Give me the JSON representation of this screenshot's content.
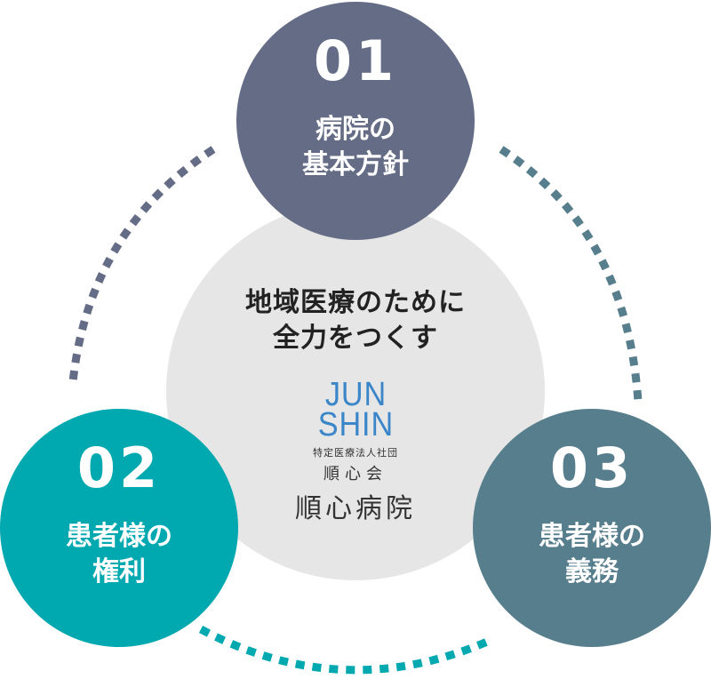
{
  "center": {
    "tagline_line1": "地域医療のために",
    "tagline_line2": "全力をつくす",
    "logo": {
      "brand_line1": "JUN",
      "brand_line2": "SHIN",
      "corporation": "特定医療法人社団",
      "association": "順心会",
      "hospital": "順心病院",
      "brand_color": "#3a86c8"
    }
  },
  "pillars": [
    {
      "number": "01",
      "label_line1": "病院の",
      "label_line2": "基本方針",
      "color": "#646c86"
    },
    {
      "number": "02",
      "label_line1": "患者様の",
      "label_line2": "権利",
      "color": "#00a8b0"
    },
    {
      "number": "03",
      "label_line1": "患者様の",
      "label_line2": "義務",
      "color": "#577e8c"
    }
  ],
  "colors": {
    "center_bg": "#e6e6e6",
    "arc_left": "#646c86",
    "arc_right": "#577e8c",
    "arc_bottom": "#00a8b0"
  }
}
